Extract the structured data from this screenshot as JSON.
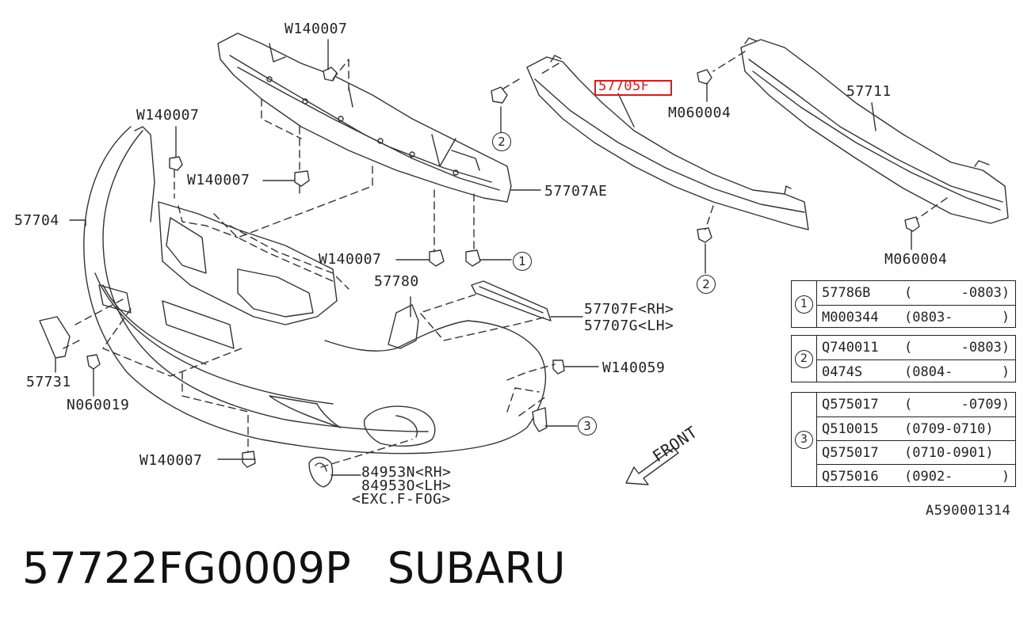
{
  "diagram": {
    "labels": {
      "w140007_top": "W140007",
      "w140007_left": "W140007",
      "w140007_mid": "W140007",
      "w140007_low": "W140007",
      "w140007_bottom": "W140007",
      "p57704": "57704",
      "p57707ae": "57707AE",
      "p57705f": "57705F",
      "m060004_top": "M060004",
      "p57711": "57711",
      "m060004_bottom": "M060004",
      "p57780": "57780",
      "p57707f": "57707F<RH>",
      "p57707g": "57707G<LH>",
      "w140059": "W140059",
      "p57731": "57731",
      "n060019": "N060019",
      "p84953n": "84953N<RH>",
      "p84953o": "84953O<LH>",
      "exc_f_fog": "<EXC.F-FOG>",
      "front": "FRONT",
      "figure_code": "A590001314"
    },
    "callouts": [
      "1",
      "2",
      "2",
      "3"
    ],
    "highlighted_part": "57705F",
    "highlight_color": "#e01818"
  },
  "tables": [
    {
      "marker": "1",
      "rows": [
        {
          "part": "57786B",
          "range": "(      -0803)"
        },
        {
          "part": "M000344",
          "range": "(0803-      )"
        }
      ]
    },
    {
      "marker": "2",
      "rows": [
        {
          "part": "Q740011",
          "range": "(      -0803)"
        },
        {
          "part": "0474S",
          "range": "(0804-      )"
        }
      ]
    },
    {
      "marker": "3",
      "rows": [
        {
          "part": "Q575017",
          "range": "(      -0709)"
        },
        {
          "part": "Q510015",
          "range": "(0709-0710)"
        },
        {
          "part": "Q575017",
          "range": "(0710-0901)"
        },
        {
          "part": "Q575016",
          "range": "(0902-      )"
        }
      ]
    }
  ],
  "footer": {
    "part_number": "57722FG0009P",
    "brand": "SUBARU"
  }
}
